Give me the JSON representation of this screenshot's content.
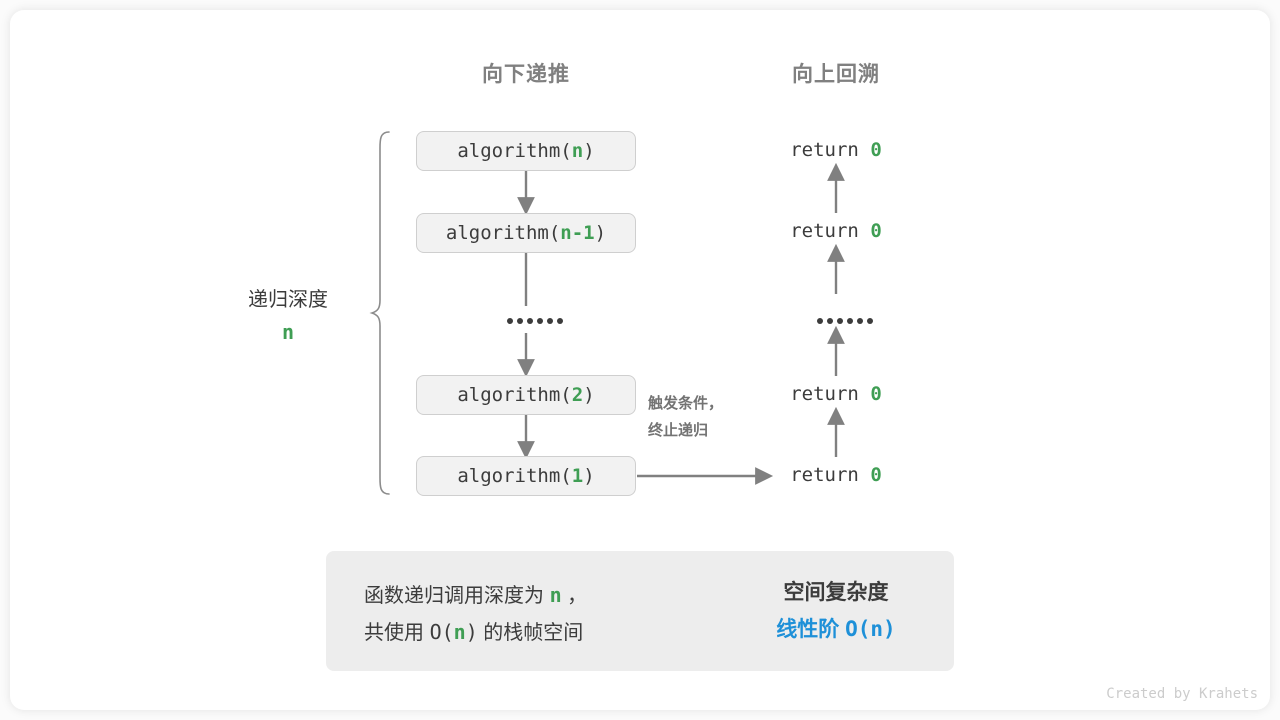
{
  "canvas": {
    "background": "#fbfbfb",
    "card_background": "#ffffff",
    "credit": "Created by Krahets"
  },
  "colors": {
    "accent_green": "#3f9e54",
    "accent_blue": "#1e90d8",
    "text": "#3c3c3c",
    "muted": "#808080",
    "box_fill": "#f2f2f2",
    "box_border": "#cfcfcf",
    "panel_fill": "#ededed",
    "arrow": "#808080"
  },
  "headers": {
    "left": "向下递推",
    "right": "向上回溯"
  },
  "depth": {
    "label": "递归深度",
    "value": "n"
  },
  "trigger": {
    "line1": "触发条件，",
    "line2": "终止递归"
  },
  "calls": [
    {
      "name": "algorithm(",
      "arg": "n",
      "close": ")"
    },
    {
      "name": "algorithm(",
      "arg": "n-1",
      "close": ")"
    },
    {
      "name": "algorithm(",
      "arg": "2",
      "close": ")"
    },
    {
      "name": "algorithm(",
      "arg": "1",
      "close": ")"
    }
  ],
  "returns": [
    {
      "keyword": "return ",
      "value": "0"
    },
    {
      "keyword": "return ",
      "value": "0"
    },
    {
      "keyword": "return ",
      "value": "0"
    },
    {
      "keyword": "return ",
      "value": "0"
    }
  ],
  "ellipsis": {
    "dot_count": 6
  },
  "summary": {
    "line1_prefix": "函数递归调用深度为 ",
    "line1_highlight": "n",
    "line1_suffix": " ，",
    "line2_prefix": "共使用 ",
    "line2_mono_open": "O(",
    "line2_highlight": "n",
    "line2_mono_close": ")",
    "line2_suffix": " 的栈帧空间",
    "title": "空间复杂度",
    "value_text": "线性阶 ",
    "value_mono": "O(n)",
    "arrow_icon": "right-block-arrow"
  }
}
